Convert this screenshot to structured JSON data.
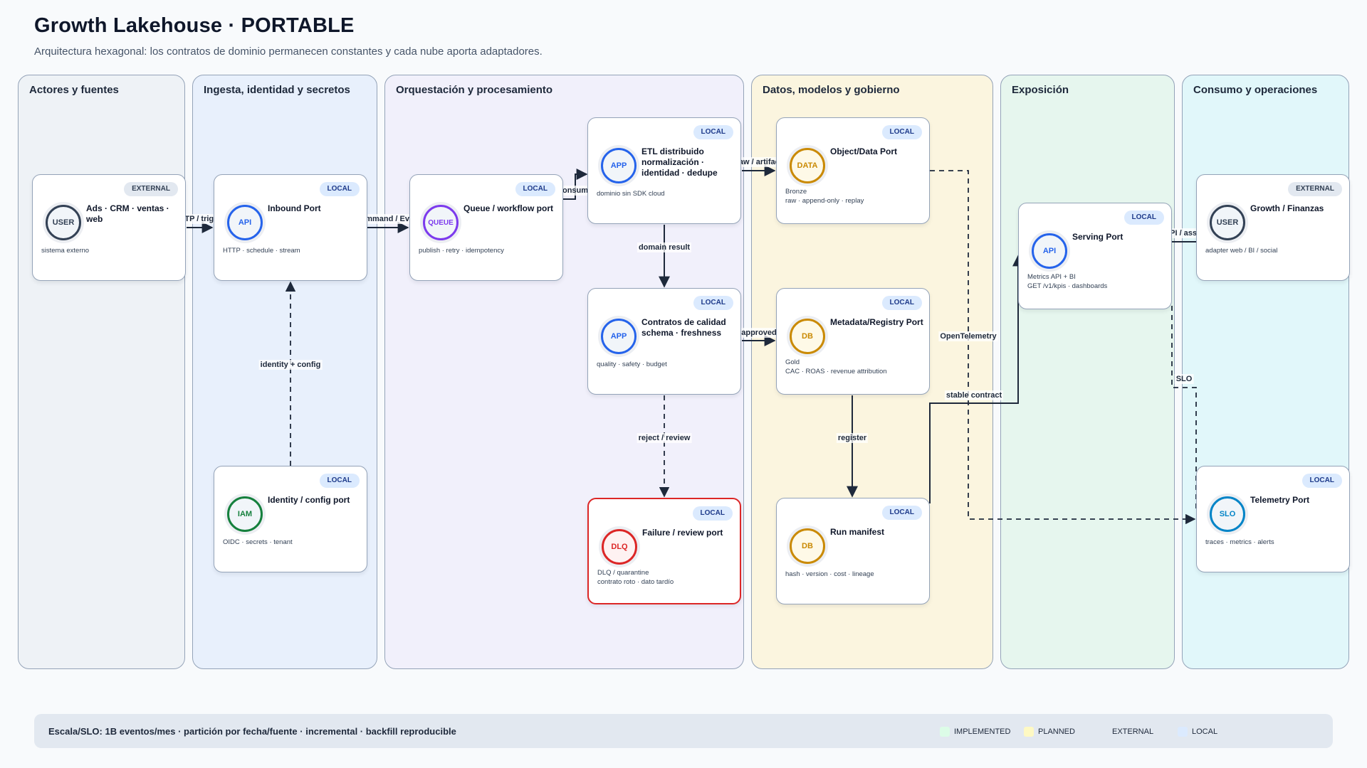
{
  "header": {
    "title": "Growth Lakehouse · PORTABLE",
    "subtitle": "Arquitectura hexagonal: los contratos de dominio permanecen constantes y cada nube aporta adaptadores."
  },
  "lanes": [
    {
      "id": "actores",
      "title": "Actores y fuentes",
      "color": "#eef2f6"
    },
    {
      "id": "ingesta",
      "title": "Ingesta, identidad y secretos",
      "color": "#e8f0fc"
    },
    {
      "id": "orquestacion",
      "title": "Orquestación y procesamiento",
      "color": "#f1f0fb"
    },
    {
      "id": "datos",
      "title": "Datos, modelos y gobierno",
      "color": "#fbf5df"
    },
    {
      "id": "exposicion",
      "title": "Exposición",
      "color": "#e6f6ee"
    },
    {
      "id": "consumo",
      "title": "Consumo y operaciones",
      "color": "#e1f7fa"
    }
  ],
  "nodes": {
    "ads": {
      "badge": "EXTERNAL",
      "icon": "USER",
      "icon_name": "user-icon",
      "icon_color": "#334155",
      "title": "Ads · CRM · ventas · web",
      "desc": [
        "sistema externo"
      ]
    },
    "inbound": {
      "badge": "LOCAL",
      "icon": "API",
      "icon_name": "api-icon",
      "icon_color": "#2563eb",
      "title": "Inbound Port",
      "desc": [
        "HTTP · schedule · stream"
      ]
    },
    "identity": {
      "badge": "LOCAL",
      "icon": "IAM",
      "icon_name": "iam-icon",
      "icon_color": "#15803d",
      "title": "Identity / config port",
      "desc": [
        "OIDC · secrets · tenant"
      ]
    },
    "queue": {
      "badge": "LOCAL",
      "icon": "QUEUE",
      "icon_name": "queue-icon",
      "icon_color": "#7c3aed",
      "title": "Queue / workflow port",
      "desc": [
        "publish · retry · idempotency"
      ]
    },
    "etl": {
      "badge": "LOCAL",
      "icon": "APP",
      "icon_name": "app-icon",
      "icon_color": "#2563eb",
      "title": "ETL distribuido normalización · identidad · dedupe",
      "desc": [
        "dominio sin SDK cloud"
      ]
    },
    "quality": {
      "badge": "LOCAL",
      "icon": "APP",
      "icon_name": "app-icon",
      "icon_color": "#2563eb",
      "title": "Contratos de calidad schema · freshness",
      "desc": [
        "quality · safety · budget"
      ]
    },
    "dlq": {
      "badge": "LOCAL",
      "icon": "DLQ",
      "icon_name": "dlq-icon",
      "icon_color": "#dc2626",
      "title": "Failure / review port",
      "desc": [
        "DLQ / quarantine",
        "contrato roto · dato tardío"
      ]
    },
    "objectdata": {
      "badge": "LOCAL",
      "icon": "DATA",
      "icon_name": "data-icon",
      "icon_color": "#ca8a04",
      "title": "Object/Data Port",
      "desc": [
        "Bronze",
        "raw · append-only · replay"
      ]
    },
    "metadata": {
      "badge": "LOCAL",
      "icon": "DB",
      "icon_name": "database-icon",
      "icon_color": "#ca8a04",
      "title": "Metadata/Registry Port",
      "desc": [
        "Gold",
        "CAC · ROAS · revenue attribution"
      ]
    },
    "manifest": {
      "badge": "LOCAL",
      "icon": "DB",
      "icon_name": "database-icon",
      "icon_color": "#ca8a04",
      "title": "Run manifest",
      "desc": [
        "hash · version · cost · lineage"
      ]
    },
    "serving": {
      "badge": "LOCAL",
      "icon": "API",
      "icon_name": "api-icon",
      "icon_color": "#2563eb",
      "title": "Serving Port",
      "desc": [
        "Metrics API + BI",
        "GET /v1/kpis · dashboards"
      ]
    },
    "growth": {
      "badge": "EXTERNAL",
      "icon": "USER",
      "icon_name": "user-icon",
      "icon_color": "#334155",
      "title": "Growth / Finanzas",
      "desc": [
        "adapter web / BI / social"
      ]
    },
    "telemetry": {
      "badge": "LOCAL",
      "icon": "SLO",
      "icon_name": "slo-icon",
      "icon_color": "#0284c7",
      "title": "Telemetry Port",
      "desc": [
        "traces · metrics · alerts"
      ]
    }
  },
  "edges": {
    "http_trigger": "HTTP / trigger",
    "command_event": "Command / Event",
    "consume": "consume",
    "raw_artifact": "raw / artifact",
    "domain_result": "domain result",
    "approved": "approved",
    "reject_review": "reject / review",
    "identity_config": "identity + config",
    "register": "register",
    "stable_contract": "stable contract",
    "api_asset": "API / asset",
    "opentelemetry": "OpenTelemetry",
    "slo": "SLO"
  },
  "footer": {
    "text": "Escala/SLO: 1B eventos/mes · partición por fecha/fuente · incremental · backfill reproducible",
    "legend": [
      {
        "label": "IMPLEMENTED",
        "color": "#dcfce7"
      },
      {
        "label": "PLANNED",
        "color": "#fef9c3"
      },
      {
        "label": "EXTERNAL",
        "color": "#e2e8f0"
      },
      {
        "label": "LOCAL",
        "color": "#dbeafe"
      }
    ]
  }
}
